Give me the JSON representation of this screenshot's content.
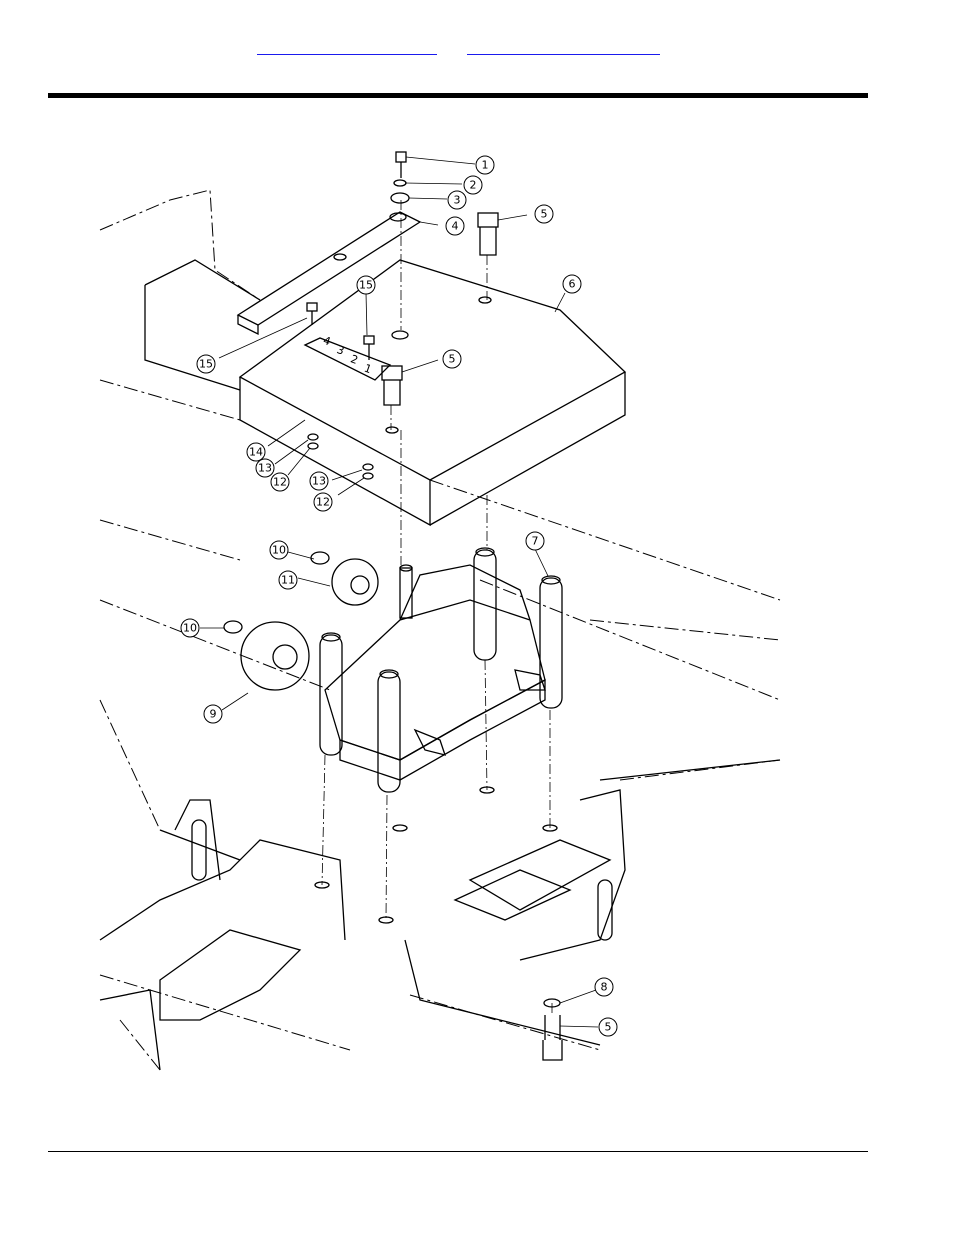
{
  "header": {
    "link_left": "",
    "link_right": ""
  },
  "diagram": {
    "callouts": [
      "1",
      "2",
      "3",
      "4",
      "5",
      "6",
      "15",
      "15",
      "5",
      "14",
      "13",
      "12",
      "13",
      "12",
      "10",
      "11",
      "7",
      "10",
      "9",
      "8",
      "5"
    ],
    "scale_plate_digits": [
      "4",
      "3",
      "2",
      "1"
    ]
  },
  "colors": {
    "link": "#1a1aee",
    "line": "#000000"
  }
}
